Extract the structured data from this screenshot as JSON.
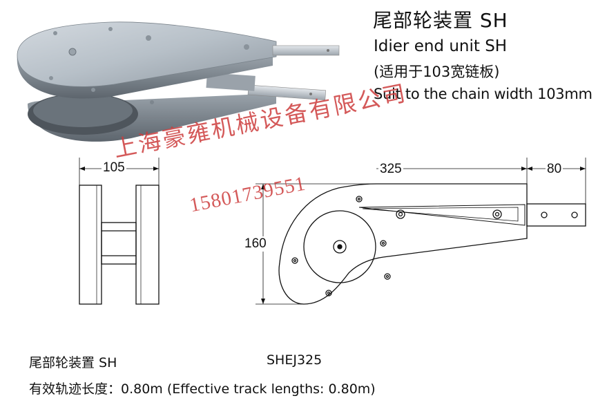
{
  "header": {
    "title_cn": "尾部轮装置 SH",
    "title_en": "Idier end unit SH",
    "title_paren": "(适用于103宽链板)",
    "title_suit": "Suit to the chain width 103mm"
  },
  "drawing": {
    "dim_side_width": "105",
    "dim_length": "325",
    "dim_shaft": "80",
    "dim_height": "160"
  },
  "watermark": {
    "company": "上海豪雍机械设备有限公司",
    "phone": "15801739551"
  },
  "footer": {
    "name": "尾部轮装置  SH",
    "model": "SHEJ325",
    "length": "有效轨迹长度：0.80m (Effective track lengths: 0.80m)"
  },
  "colors": {
    "metal_light": "#b9c1c9",
    "metal_dark": "#6f7780",
    "watermark": "#cd3c3c",
    "line": "#111111"
  }
}
